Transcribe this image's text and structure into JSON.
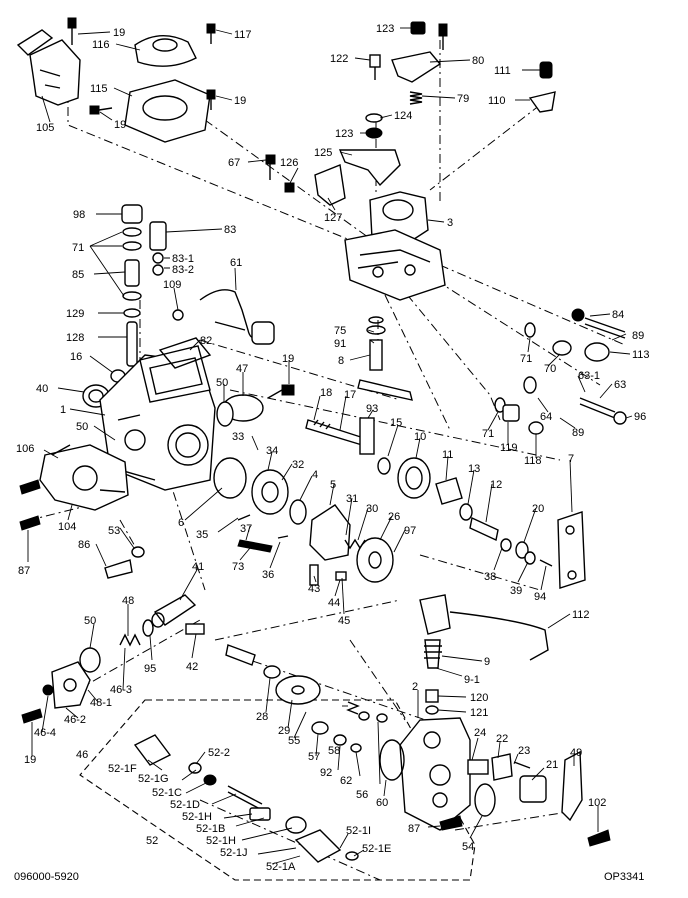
{
  "document_id": "096000-5920",
  "sheet_id": "OP3341",
  "labels": {
    "l19a": "19",
    "l116": "116",
    "l117": "117",
    "l115": "115",
    "l19b": "19",
    "l19c": "19",
    "l105": "105",
    "l123a": "123",
    "l122": "122",
    "l80": "80",
    "l79": "79",
    "l124": "124",
    "l123b": "123",
    "l111": "111",
    "l110": "110",
    "l125": "125",
    "l67": "67",
    "l126": "126",
    "l127": "127",
    "l3": "3",
    "l98": "98",
    "l71a": "71",
    "l85": "85",
    "l83": "83",
    "l83_1": "83-1",
    "l83_2": "83-2",
    "l61": "61",
    "l109": "109",
    "l129": "129",
    "l128": "128",
    "l82": "82",
    "l16": "16",
    "l40": "40",
    "l1": "1",
    "l50a": "50",
    "l47": "47",
    "l50b": "50",
    "l19d": "19",
    "l33": "33",
    "l34": "34",
    "l32": "32",
    "l4": "4",
    "l75": "75",
    "l91": "91",
    "l8": "8",
    "l18": "18",
    "l17": "17",
    "l93": "93",
    "l15": "15",
    "l10": "10",
    "l11": "11",
    "l13": "13",
    "l12": "12",
    "l7": "7",
    "l84": "84",
    "l89a": "89",
    "l71b": "71",
    "l70": "70",
    "l113": "113",
    "l63_1": "63-1",
    "l63": "63",
    "l64": "64",
    "l89b": "89",
    "l71c": "71",
    "l96": "96",
    "l119": "119",
    "l118": "118",
    "l5": "5",
    "l31": "31",
    "l30": "30",
    "l26": "26",
    "l97": "97",
    "l20": "20",
    "l38": "38",
    "l39": "39",
    "l94": "94",
    "l106": "106",
    "l104": "104",
    "l87a": "87",
    "l53": "53",
    "l86": "86",
    "l6": "6",
    "l35": "35",
    "l37": "37",
    "l73": "73",
    "l36": "36",
    "l41": "41",
    "l43": "43",
    "l44": "44",
    "l45": "45",
    "l112": "112",
    "l9": "9",
    "l9_1": "9-1",
    "l2": "2",
    "l120": "120",
    "l121": "121",
    "l50c": "50",
    "l48": "48",
    "l46_3": "46-3",
    "l95": "95",
    "l42": "42",
    "l48_1": "48-1",
    "l46_2": "46-2",
    "l46_4": "46-4",
    "l46": "46",
    "l19e": "19",
    "l28": "28",
    "l29": "29",
    "l55": "55",
    "l58": "58",
    "l57": "57",
    "l92": "92",
    "l62": "62",
    "l56": "56",
    "l60": "60",
    "l24": "24",
    "l22": "22",
    "l23": "23",
    "l21": "21",
    "l49": "49",
    "l102": "102",
    "l87b": "87",
    "l54": "54",
    "l52_2": "52-2",
    "l52_1F": "52-1F",
    "l52_1G": "52-1G",
    "l52_1C": "52-1C",
    "l52_1D": "52-1D",
    "l52_1B": "52-1B",
    "l52_1H": "52-1H",
    "l52_1J": "52-1J",
    "l52_1A": "52-1A",
    "l52_1I": "52-1I",
    "l52_1E": "52-1E",
    "l52": "52"
  }
}
